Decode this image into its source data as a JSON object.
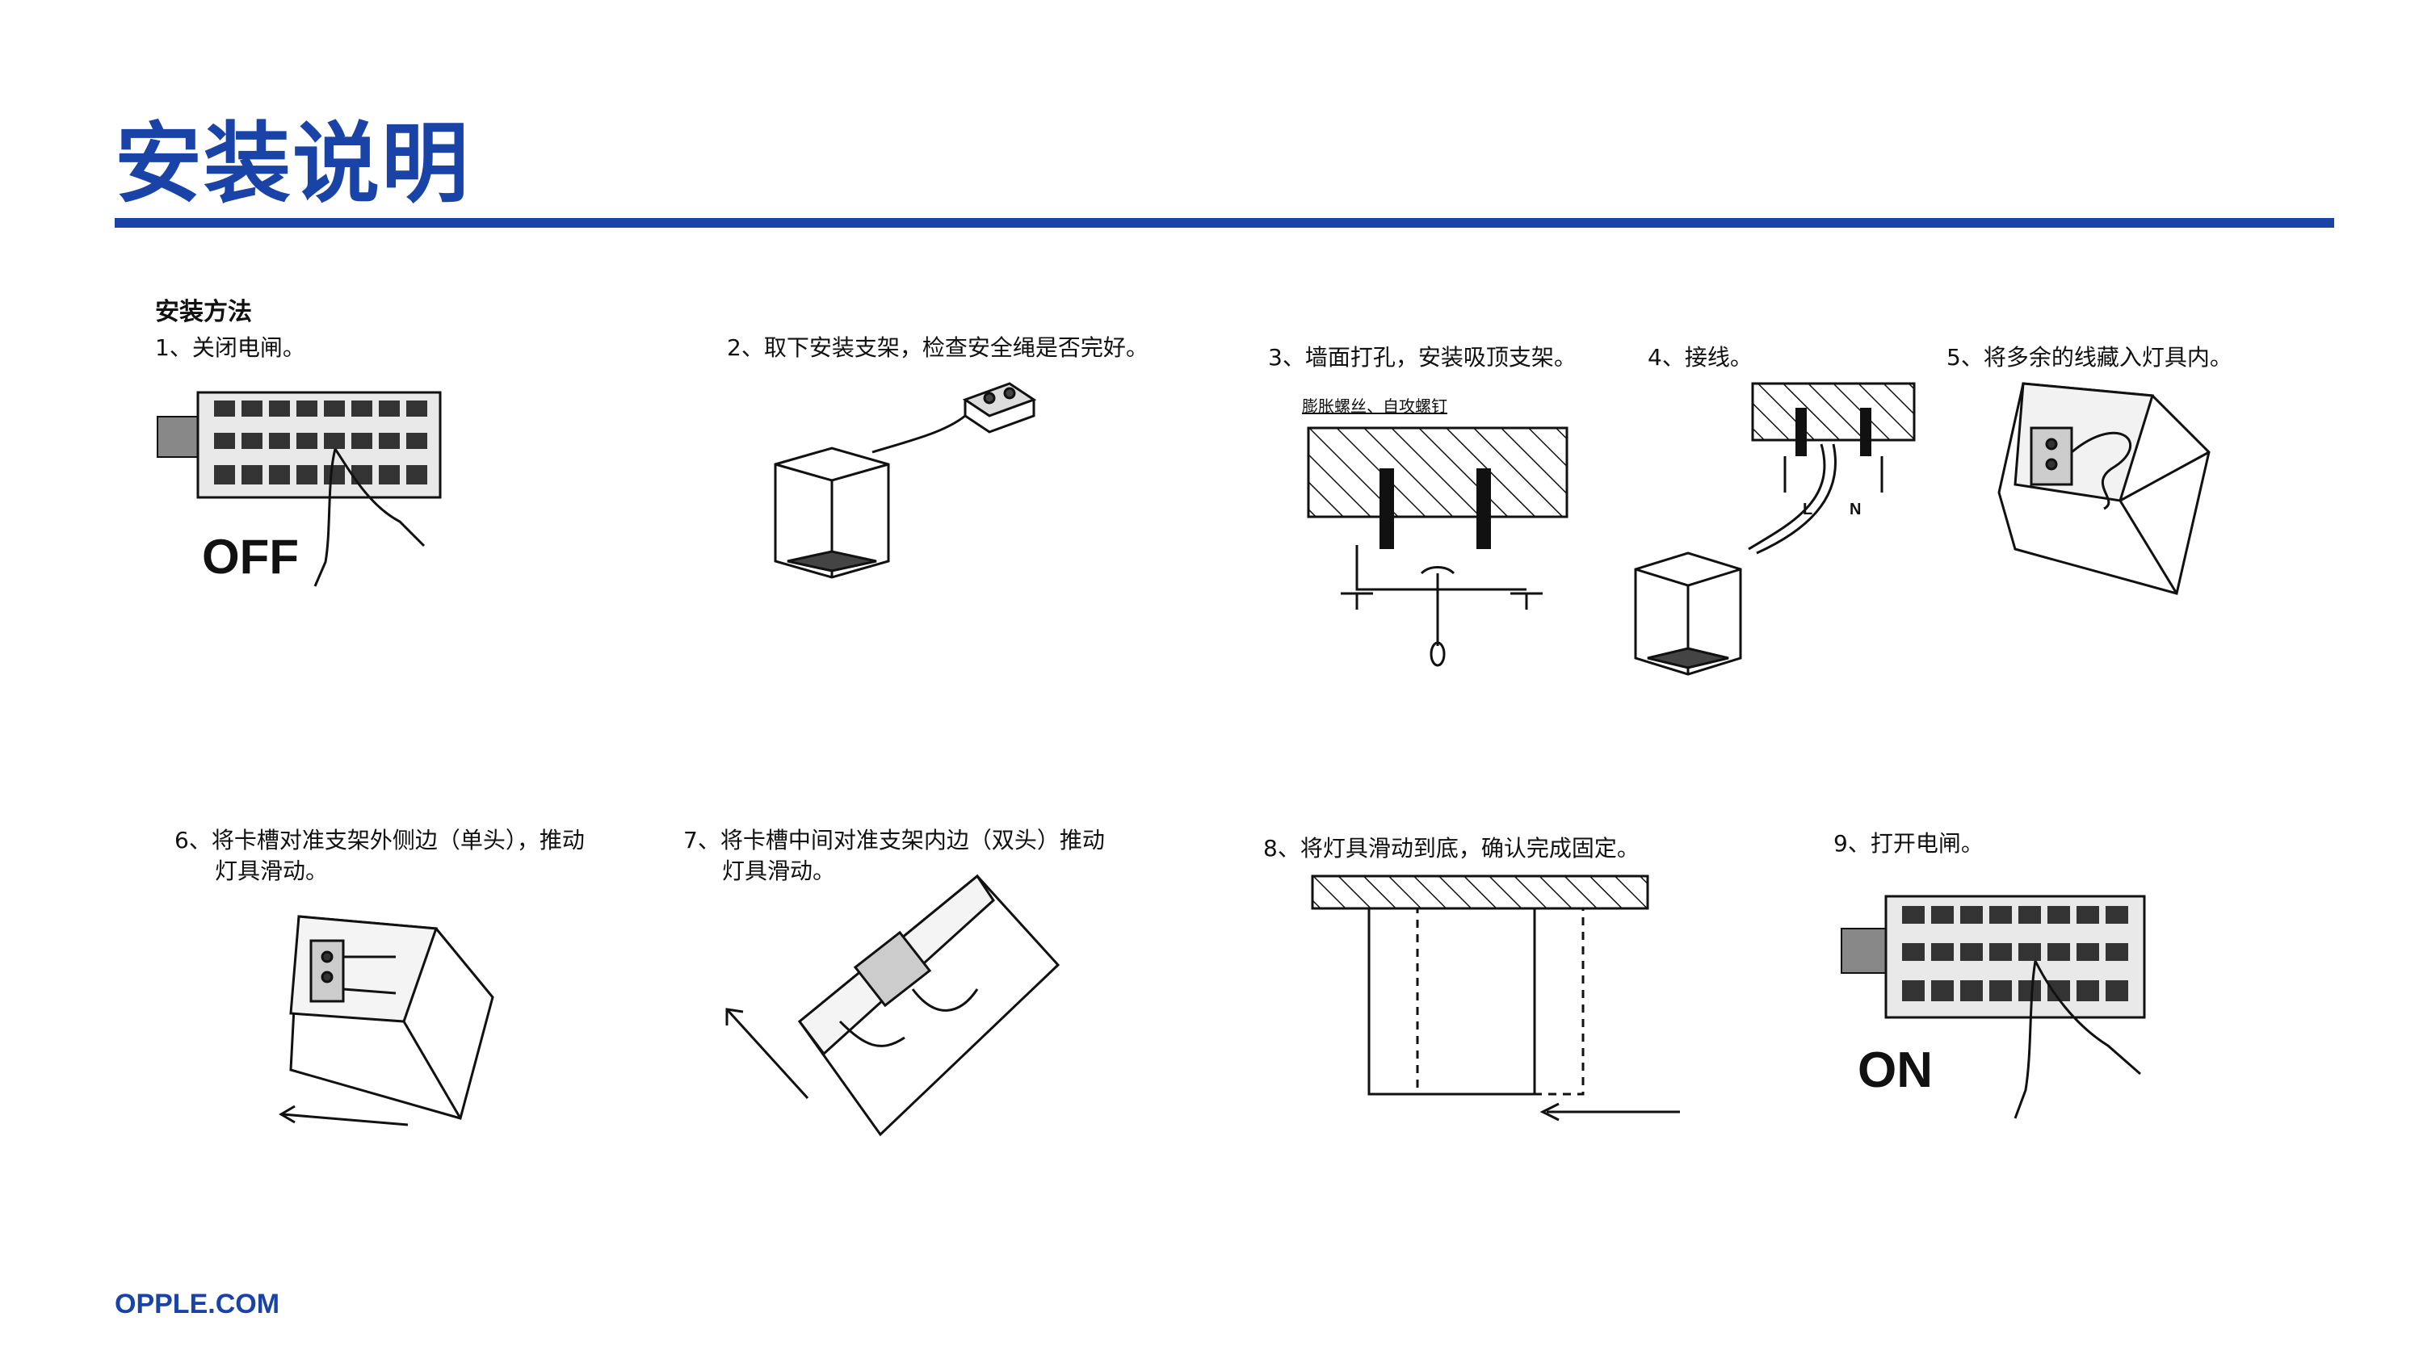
{
  "header": {
    "title": "安装说明"
  },
  "footer": {
    "site": "OPPLE.COM"
  },
  "method_heading": "安装方法",
  "steps": [
    {
      "n": 1,
      "lines": [
        "1、关闭电闸。"
      ],
      "label": "OFF"
    },
    {
      "n": 2,
      "lines": [
        "2、取下安装支架，检查安全绳是否完好。"
      ]
    },
    {
      "n": 3,
      "lines": [
        "3、墙面打孔，安装吸顶支架。"
      ],
      "note": "膨胀螺丝、自攻螺钉"
    },
    {
      "n": 4,
      "lines": [
        "4、接线。"
      ],
      "wire_l": "L",
      "wire_n": "N"
    },
    {
      "n": 5,
      "lines": [
        "5、将多余的线藏入灯具内。"
      ]
    },
    {
      "n": 6,
      "lines": [
        "6、将卡槽对准支架外侧边（单头），推动",
        "灯具滑动。"
      ]
    },
    {
      "n": 7,
      "lines": [
        "7、将卡槽中间对准支架内边（双头）推动",
        "灯具滑动。"
      ]
    },
    {
      "n": 8,
      "lines": [
        "8、将灯具滑动到底，确认完成固定。"
      ]
    },
    {
      "n": 9,
      "lines": [
        "9、打开电闸。"
      ],
      "label": "ON"
    }
  ],
  "colors": {
    "brand": "#1a43a8",
    "ink": "#111111"
  }
}
